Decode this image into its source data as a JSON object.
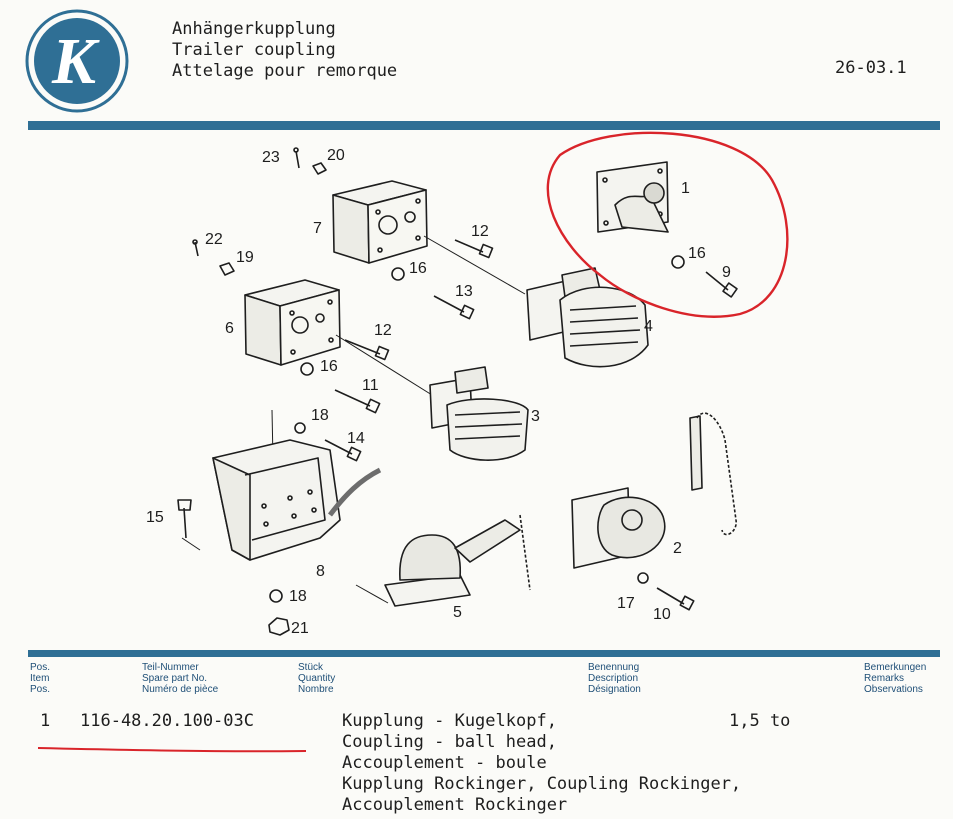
{
  "header": {
    "title_de": "Anhängerkupplung",
    "title_en": "Trailer coupling",
    "title_fr": "Attelage pour remorque",
    "doc_number": "26-03.1"
  },
  "logo": {
    "letter": "K",
    "color": "#2f6f95"
  },
  "accent_color": "#2f6f95",
  "highlight_color": "#d9242a",
  "diagram": {
    "callouts": [
      "23",
      "20",
      "7",
      "12",
      "22",
      "19",
      "16",
      "13",
      "6",
      "12",
      "16",
      "11",
      "18",
      "14",
      "15",
      "8",
      "18",
      "21",
      "5",
      "1",
      "16",
      "9",
      "4",
      "3",
      "2",
      "17",
      "10"
    ]
  },
  "table_header": {
    "pos": [
      "Pos.",
      "Item",
      "Pos."
    ],
    "part": [
      "Teil-Nummer",
      "Spare part No.",
      "Numéro de pièce"
    ],
    "qty": [
      "Stück",
      "Quantity",
      "Nombre"
    ],
    "desc": [
      "Benennung",
      "Description",
      "Désignation"
    ],
    "remarks": [
      "Bemerkungen",
      "Remarks",
      "Observations"
    ]
  },
  "rows": [
    {
      "pos": "1",
      "part_no": "116-48.20.100-03C",
      "description": [
        "Kupplung - Kugelkopf,",
        "Coupling - ball head,",
        "Accouplement - boule",
        "Kupplung Rockinger, Coupling Rockinger,",
        "Accouplement Rockinger"
      ],
      "remark": "1,5 to"
    }
  ]
}
